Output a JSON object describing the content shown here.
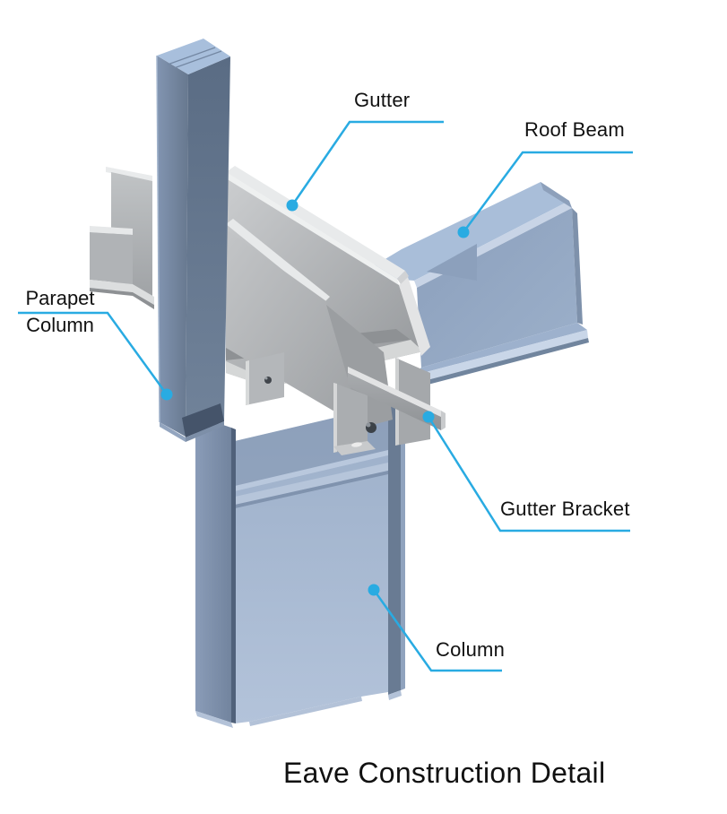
{
  "diagram": {
    "title": "Eave Construction Detail",
    "labels": {
      "gutter": "Gutter",
      "roof_beam": "Roof Beam",
      "parapet_line1": "Parapet",
      "parapet_line2": "Column",
      "gutter_bracket": "Gutter Bracket",
      "column": "Column"
    },
    "colors": {
      "leader": "#29abe2",
      "text": "#111111",
      "background": "#ffffff",
      "steel_blue_light": "#a8bfdc",
      "steel_blue_mid": "#8da1bd",
      "steel_blue_dark": "#5f7189",
      "steel_gray_light": "#e8eaeb",
      "steel_gray_mid": "#b5b8bb",
      "steel_gray_dark": "#97999c"
    }
  }
}
